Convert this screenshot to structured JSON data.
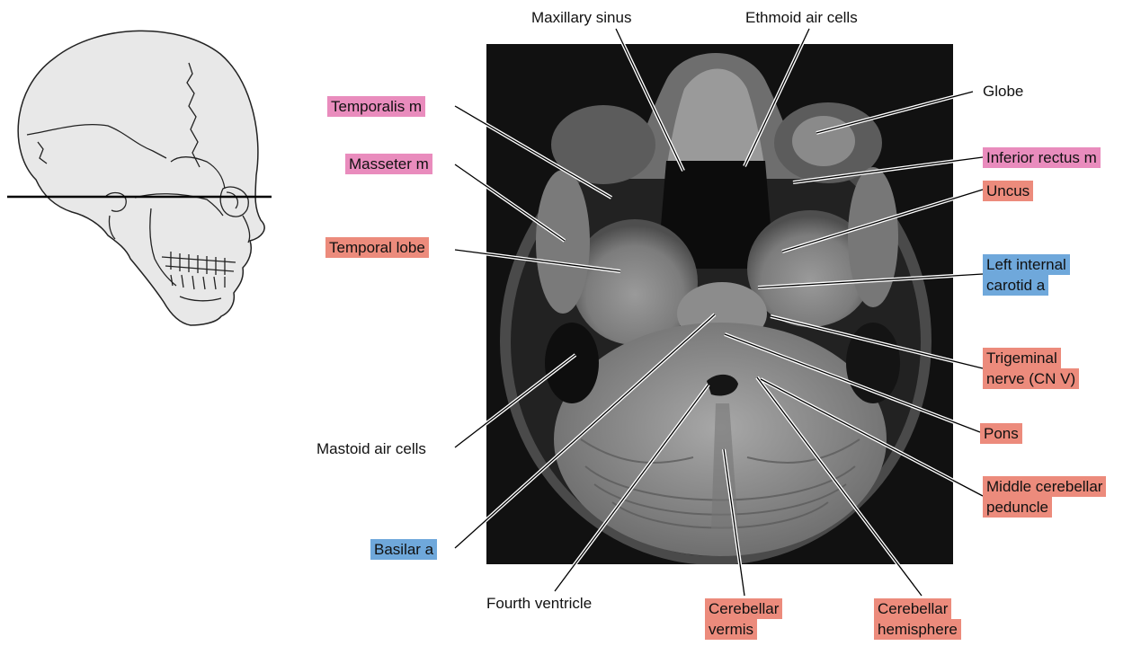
{
  "colors": {
    "muscle": "#e98cbd",
    "neural": "#ec8b7c",
    "vascular": "#6fa8db",
    "scan_bg": "#111111"
  },
  "labels": {
    "maxillary_sinus": "Maxillary sinus",
    "ethmoid_air_cells": "Ethmoid air cells",
    "temporalis_m": "Temporalis m",
    "masseter_m": "Masseter m",
    "temporal_lobe": "Temporal lobe",
    "mastoid_air_cells": "Mastoid air cells",
    "basilar_a": "Basilar a",
    "fourth_ventricle": "Fourth ventricle",
    "cerebellar_vermis_1": "Cerebellar",
    "cerebellar_vermis_2": "vermis",
    "cerebellar_hemisphere_1": "Cerebellar",
    "cerebellar_hemisphere_2": "hemisphere",
    "globe": "Globe",
    "inferior_rectus_m": "Inferior rectus m",
    "uncus": "Uncus",
    "left_internal_carotid_1": "Left internal",
    "left_internal_carotid_2": "carotid a",
    "trigeminal_nerve_1": "Trigeminal",
    "trigeminal_nerve_2": "nerve (CN V)",
    "pons": "Pons",
    "middle_cerebellar_peduncle_1": "Middle cerebellar",
    "middle_cerebellar_peduncle_2": "peduncle"
  }
}
